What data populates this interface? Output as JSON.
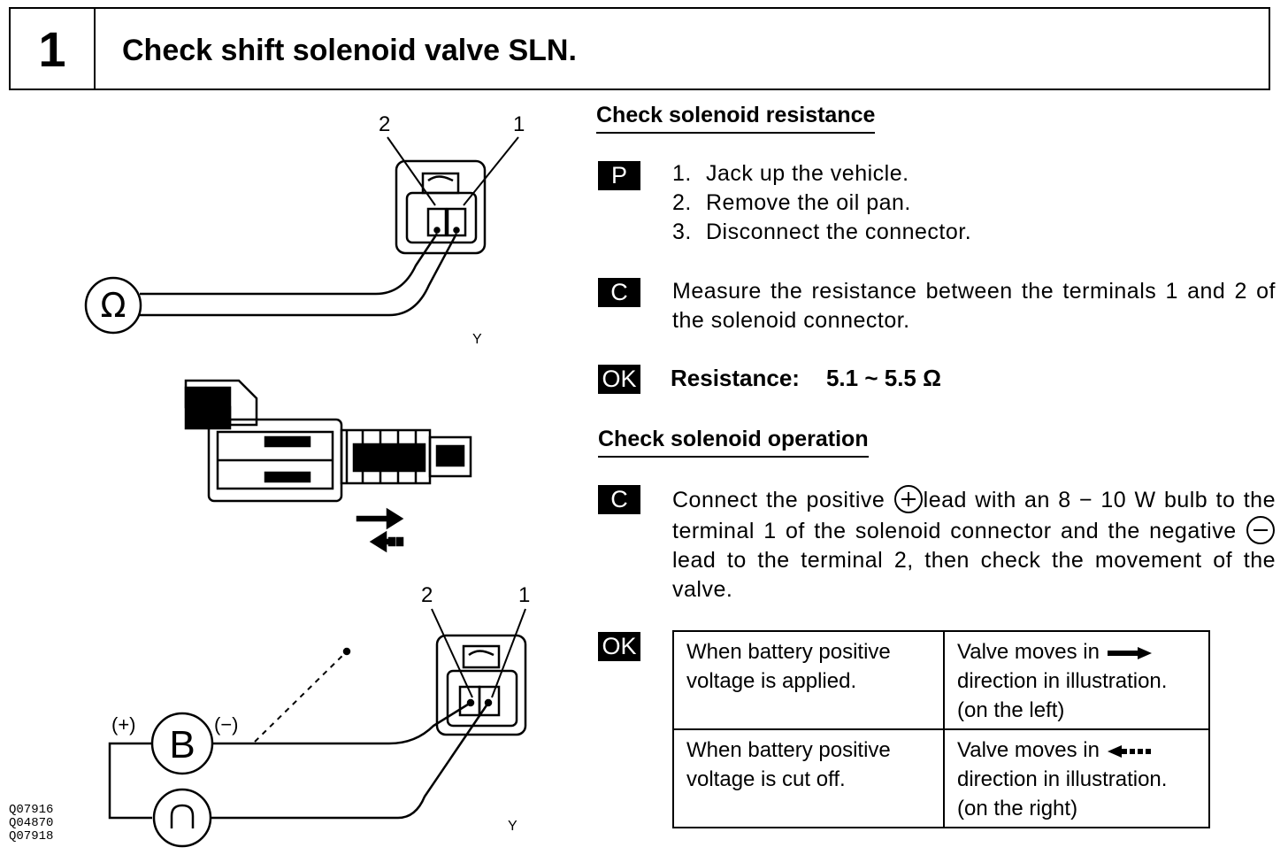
{
  "header": {
    "step_number": "1",
    "title": "Check shift solenoid valve SLN."
  },
  "figure": {
    "top_labels": {
      "terminal_2": "2",
      "terminal_1": "1",
      "meter_symbol": "Ω",
      "fig_mark": "Y"
    },
    "bottom_labels": {
      "terminal_2": "2",
      "terminal_1": "1",
      "plus": "(+)",
      "minus": "(−)",
      "battery": "B",
      "fig_mark": "Y"
    },
    "codes": [
      "Q07916",
      "Q04870",
      "Q07918"
    ]
  },
  "section1": {
    "title": "Check solenoid resistance",
    "prep_badge": "P",
    "steps": [
      {
        "num": "1.",
        "text": "Jack up the vehicle."
      },
      {
        "num": "2.",
        "text": "Remove the oil pan."
      },
      {
        "num": "3.",
        "text": "Disconnect the connector."
      }
    ],
    "check_badge": "C",
    "check_text": "Measure the resistance between the terminals 1 and 2 of the solenoid connector.",
    "ok_badge": "OK",
    "resistance_label": "Resistance:",
    "resistance_value": "5.1 ~ 5.5 Ω"
  },
  "section2": {
    "title": "Check solenoid operation",
    "check_badge": "C",
    "check_text_1": "Connect the positive",
    "check_text_2": "lead with an 8 − 10 W bulb to the terminal 1 of the solenoid connector and the negative",
    "check_text_3": "lead to the terminal 2, then check the movement of the valve.",
    "ok_badge": "OK",
    "table": {
      "row1": {
        "condition": "When battery positive voltage is applied.",
        "result_1": "Valve moves in",
        "result_2": "direction in illustration.",
        "result_3": "(on the left)"
      },
      "row2": {
        "condition": "When battery positive voltage is cut off.",
        "result_1": "Valve moves in",
        "result_2": "direction in illustration.",
        "result_3": "(on the right)"
      }
    }
  }
}
